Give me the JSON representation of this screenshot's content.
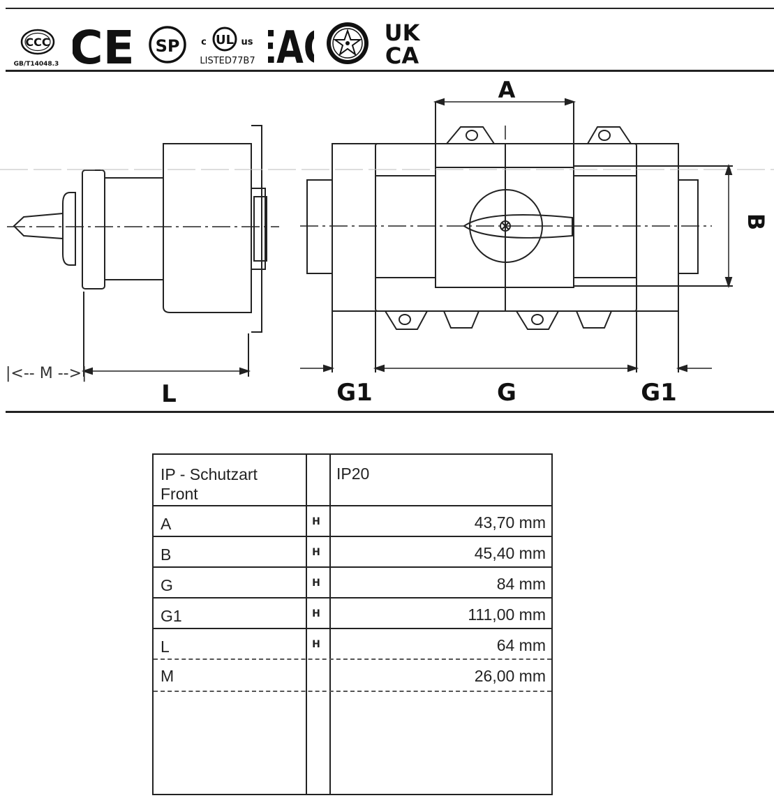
{
  "certifications": {
    "ccc_code": "GB/T14048.3",
    "ccc_mark": "CCC",
    "ce_mark": "CE",
    "csa_mark": "SP",
    "ul_c": "c",
    "ul_mark": "UL",
    "ul_us": "us",
    "ul_listed": "LISTED77B7",
    "eac_mark": "EAC",
    "ukca_top": "UK",
    "ukca_bottom": "CA"
  },
  "drawing": {
    "dim_a": "A",
    "dim_b": "B",
    "dim_l": "L",
    "dim_g": "G",
    "dim_g1_left": "G1",
    "dim_g1_right": "G1",
    "dim_m": "|<-- M -->|"
  },
  "specs": {
    "header_label": "IP - Schutzart Front",
    "header_label_line1": "IP - Schutzart",
    "header_label_line2": "Front",
    "header_value": "IP20",
    "rows": [
      {
        "label": "A",
        "icon": "H",
        "value": "43,70 mm"
      },
      {
        "label": "B",
        "icon": "H",
        "value": "45,40 mm"
      },
      {
        "label": "G",
        "icon": "H",
        "value": "84 mm"
      },
      {
        "label": "G1",
        "icon": "H",
        "value": "111,00 mm"
      },
      {
        "label": "L",
        "icon": "H",
        "value": "64 mm"
      },
      {
        "label": "M",
        "icon": "",
        "value": "26,00 mm"
      }
    ]
  }
}
